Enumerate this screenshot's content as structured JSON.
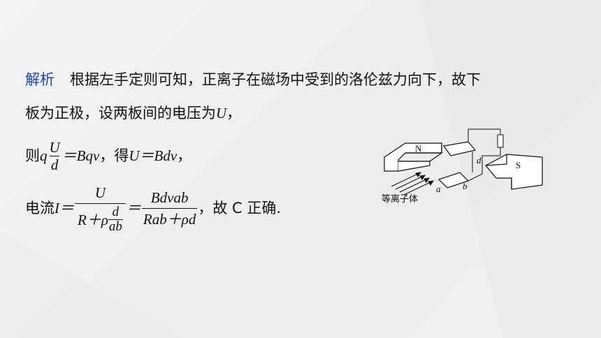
{
  "analysis": {
    "keyword": "解析",
    "sentence1": "根据左手定则可知，正离子在磁场中受到的洛伦兹力向下，故下",
    "sentence2_prefix": "板为正极，设两板间的电压为",
    "sentence2_var": "U",
    "sentence2_suffix": "，"
  },
  "eq1": {
    "prefix": "则 ",
    "q": "q",
    "frac_num": "U",
    "frac_den": "d",
    "rhs": "＝Bqv",
    "mid": "，得 ",
    "result": "U＝Bdv",
    "end": "，"
  },
  "eq2": {
    "prefix": "电流 ",
    "lhs": "I＝",
    "frac1_num": "U",
    "frac1_den_a": "R＋ρ",
    "frac1_den_small_num": "d",
    "frac1_den_small_den": "ab",
    "eq": "＝",
    "frac2_num": "Bdvab",
    "frac2_den": "Rab＋ρd",
    "suffix": "，故 C 正确."
  },
  "diagram": {
    "n_label": "N",
    "s_label": "S",
    "d_label": "d",
    "a_label": "a",
    "b_label": "b",
    "plasma_label": "等离子体"
  }
}
